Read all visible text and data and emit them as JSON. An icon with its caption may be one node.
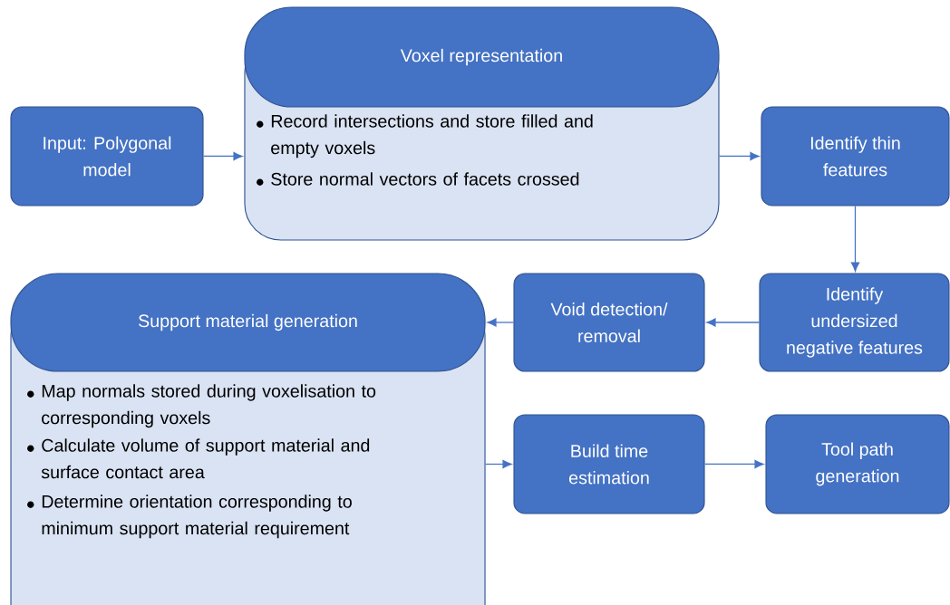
{
  "diagram": {
    "nodes": [
      {
        "text": [
          "Input: Polygonal model"
        ]
      },
      {
        "text": [
          "Voxel representation",
          "Record intersections and store filled and empty voxels",
          "Store normal vectors of facets crossed"
        ]
      },
      {
        "text": [
          "Identify thin features"
        ]
      },
      {
        "text": [
          "Identify undersized negative features"
        ]
      },
      {
        "text": [
          "Void detection/ removal"
        ]
      },
      {
        "text": [
          "Support material generation",
          "Map normals stored during voxelisation to corresponding voxels",
          "Calculate volume of support material and surface contact area",
          "Determine orientation corresponding to minimum support material requirement"
        ]
      },
      {
        "text": [
          "Build time estimation"
        ]
      },
      {
        "text": [
          "Tool path generation"
        ]
      }
    ],
    "edges": [
      {
        "from": 0,
        "to": 1,
        "arrow": "to"
      },
      {
        "from": 1,
        "to": 2,
        "arrow": "to"
      },
      {
        "from": 2,
        "to": 3,
        "arrow": "to"
      },
      {
        "from": 3,
        "to": 4,
        "arrow": "to"
      },
      {
        "from": 4,
        "to": 5,
        "arrow": "to"
      },
      {
        "from": 5,
        "to": 6,
        "arrow": "to"
      },
      {
        "from": 6,
        "to": 7,
        "arrow": "to"
      }
    ]
  }
}
